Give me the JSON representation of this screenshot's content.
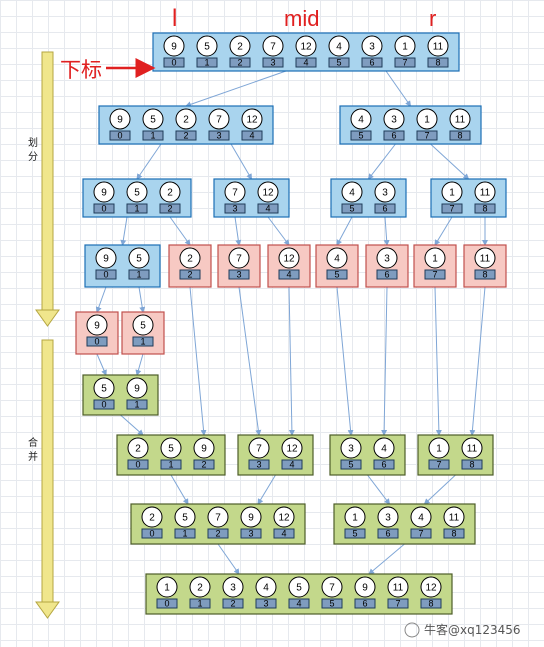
{
  "labels": {
    "l": "l",
    "mid": "mid",
    "r": "r",
    "index": "下标",
    "split": "划分",
    "merge": "合并",
    "watermark": "牛客@xq123456"
  },
  "colors": {
    "divide_box": "#a9d4ee",
    "single_box": "#f7c9c3",
    "merge_box": "#c3d88b",
    "arrow_yellow": "#f0e68c",
    "annotation_red": "#e02020"
  },
  "rows": [
    {
      "stage": "divide",
      "groups": [
        {
          "values": [
            "9",
            "5",
            "2",
            "7",
            "12",
            "4",
            "3",
            "1",
            "11"
          ],
          "indices": [
            "0",
            "1",
            "2",
            "3",
            "4",
            "5",
            "6",
            "7",
            "8"
          ]
        }
      ]
    },
    {
      "stage": "divide",
      "groups": [
        {
          "values": [
            "9",
            "5",
            "2",
            "7",
            "12"
          ],
          "indices": [
            "0",
            "1",
            "2",
            "3",
            "4"
          ]
        },
        {
          "values": [
            "4",
            "3",
            "1",
            "11"
          ],
          "indices": [
            "5",
            "6",
            "7",
            "8"
          ]
        }
      ]
    },
    {
      "stage": "divide",
      "groups": [
        {
          "values": [
            "9",
            "5",
            "2"
          ],
          "indices": [
            "0",
            "1",
            "2"
          ]
        },
        {
          "values": [
            "7",
            "12"
          ],
          "indices": [
            "3",
            "4"
          ]
        },
        {
          "values": [
            "4",
            "3"
          ],
          "indices": [
            "5",
            "6"
          ]
        },
        {
          "values": [
            "1",
            "11"
          ],
          "indices": [
            "7",
            "8"
          ]
        }
      ]
    },
    {
      "stage": "mixed",
      "groups": [
        {
          "values": [
            "9",
            "5"
          ],
          "indices": [
            "0",
            "1"
          ],
          "kind": "blue"
        },
        {
          "values": [
            "2"
          ],
          "indices": [
            "2"
          ],
          "kind": "red"
        },
        {
          "values": [
            "7"
          ],
          "indices": [
            "3"
          ],
          "kind": "red"
        },
        {
          "values": [
            "12"
          ],
          "indices": [
            "4"
          ],
          "kind": "red"
        },
        {
          "values": [
            "4"
          ],
          "indices": [
            "5"
          ],
          "kind": "red"
        },
        {
          "values": [
            "3"
          ],
          "indices": [
            "6"
          ],
          "kind": "red"
        },
        {
          "values": [
            "1"
          ],
          "indices": [
            "7"
          ],
          "kind": "red"
        },
        {
          "values": [
            "11"
          ],
          "indices": [
            "8"
          ],
          "kind": "red"
        }
      ]
    },
    {
      "stage": "single",
      "groups": [
        {
          "values": [
            "9"
          ],
          "indices": [
            "0"
          ]
        },
        {
          "values": [
            "5"
          ],
          "indices": [
            "1"
          ]
        }
      ]
    },
    {
      "stage": "merge",
      "groups": [
        {
          "values": [
            "5",
            "9"
          ],
          "indices": [
            "0",
            "1"
          ]
        }
      ]
    },
    {
      "stage": "merge",
      "groups": [
        {
          "values": [
            "2",
            "5",
            "9"
          ],
          "indices": [
            "0",
            "1",
            "2"
          ]
        },
        {
          "values": [
            "7",
            "12"
          ],
          "indices": [
            "3",
            "4"
          ]
        },
        {
          "values": [
            "3",
            "4"
          ],
          "indices": [
            "5",
            "6"
          ]
        },
        {
          "values": [
            "1",
            "11"
          ],
          "indices": [
            "7",
            "8"
          ]
        }
      ]
    },
    {
      "stage": "merge",
      "groups": [
        {
          "values": [
            "2",
            "5",
            "7",
            "9",
            "12"
          ],
          "indices": [
            "0",
            "1",
            "2",
            "3",
            "4"
          ]
        },
        {
          "values": [
            "1",
            "3",
            "4",
            "11"
          ],
          "indices": [
            "5",
            "6",
            "7",
            "8"
          ]
        }
      ]
    },
    {
      "stage": "merge",
      "groups": [
        {
          "values": [
            "1",
            "2",
            "3",
            "4",
            "5",
            "7",
            "9",
            "11",
            "12"
          ],
          "indices": [
            "0",
            "1",
            "2",
            "3",
            "4",
            "5",
            "6",
            "7",
            "8"
          ]
        }
      ]
    }
  ]
}
